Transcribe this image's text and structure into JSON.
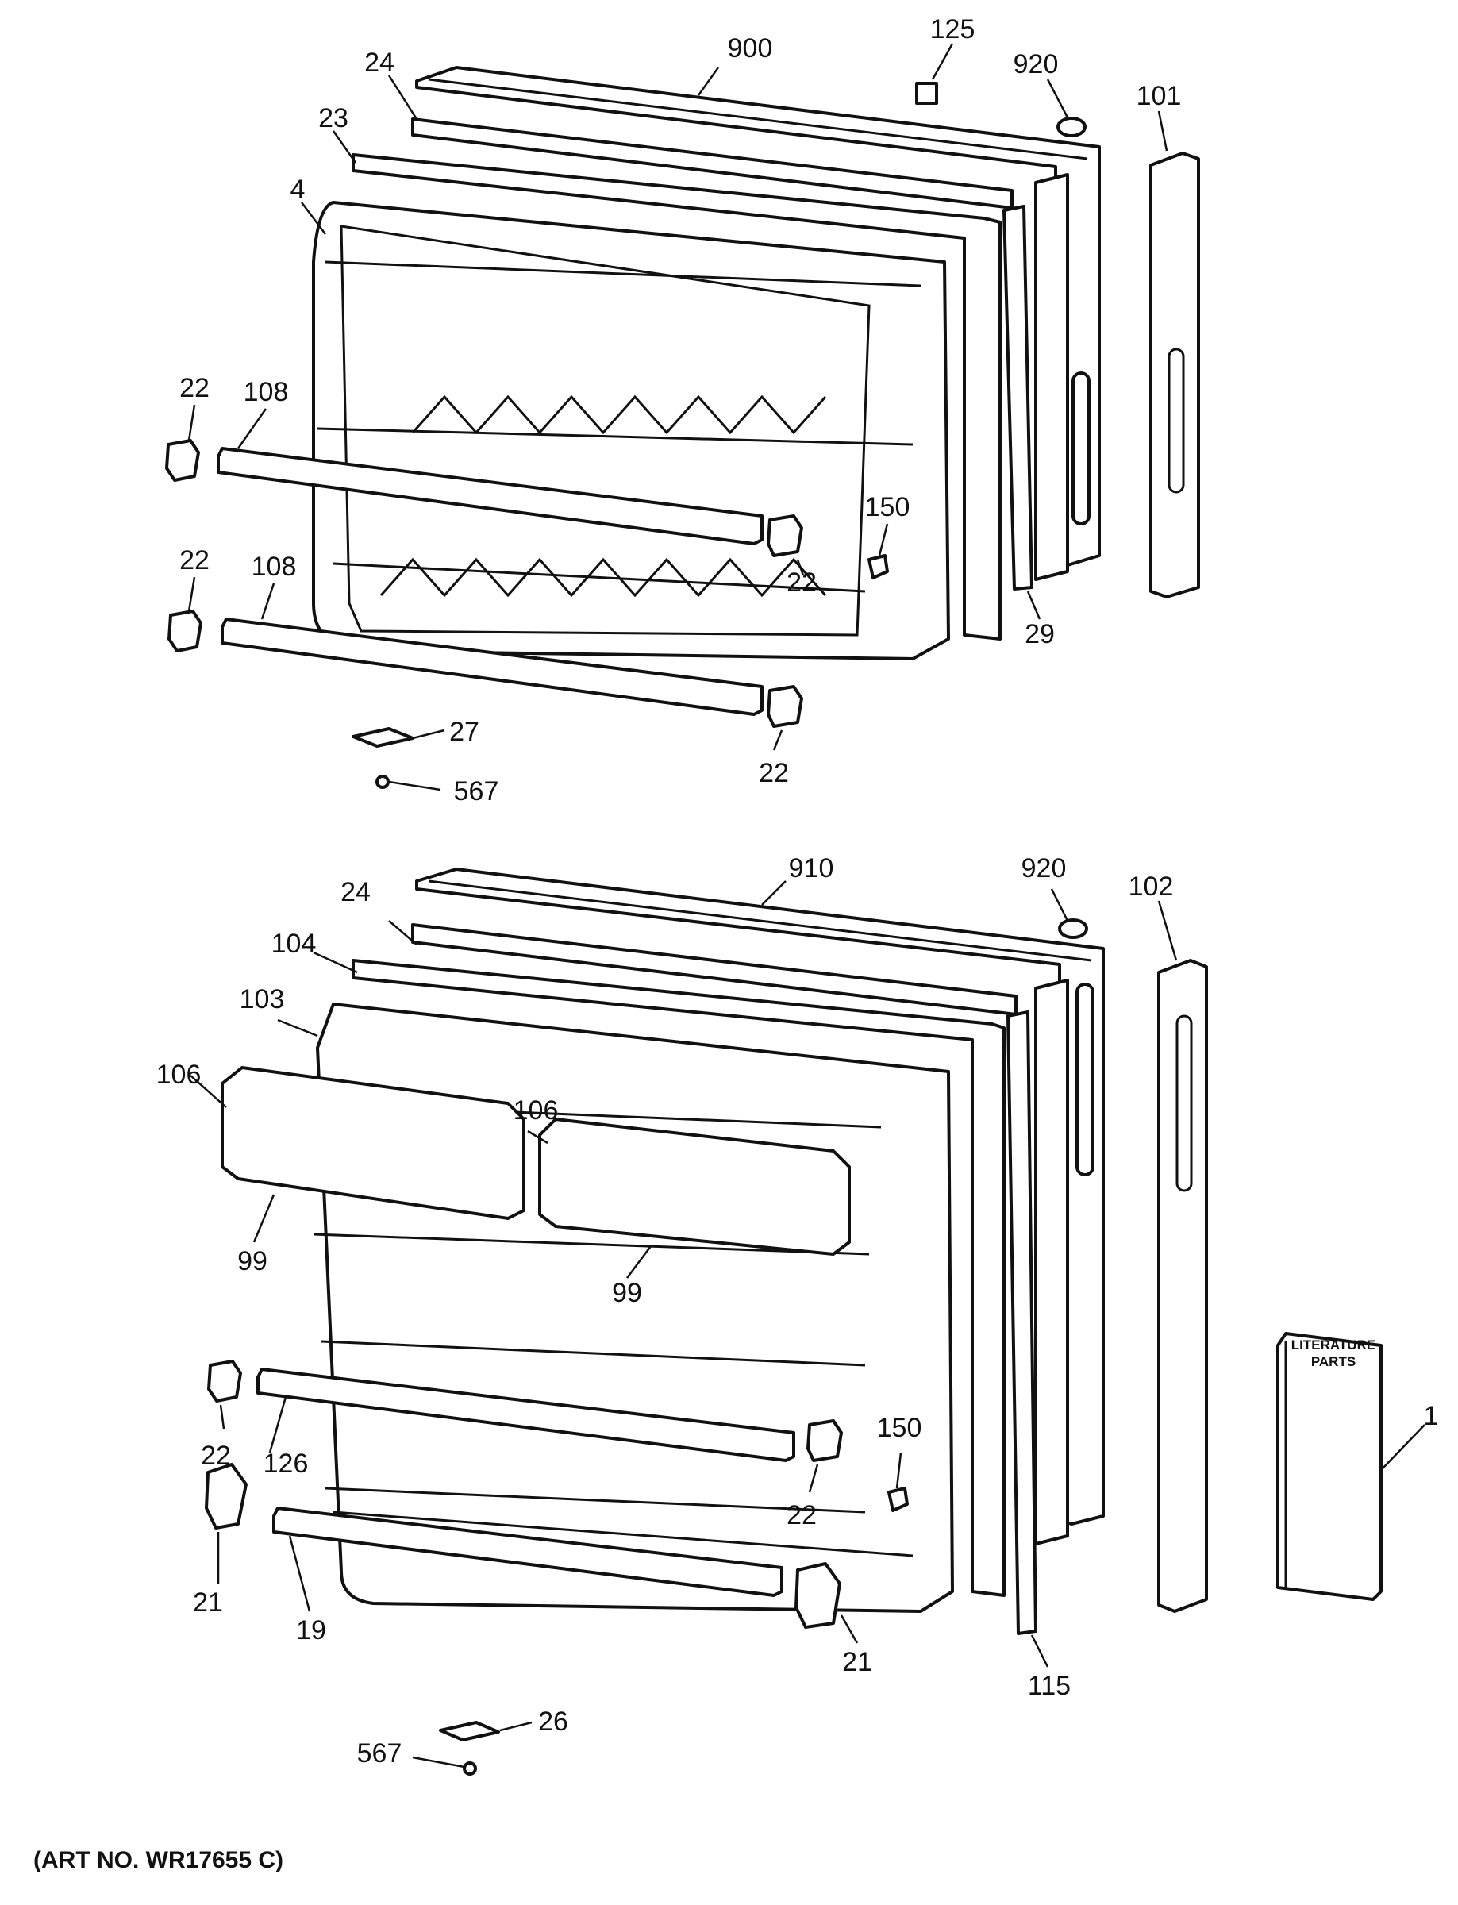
{
  "diagram": {
    "caption": "(ART NO. WR17655 C)",
    "literature_label": [
      "LITERATURE",
      "PARTS"
    ],
    "freezer_door_callouts": [
      "900",
      "125",
      "920",
      "101",
      "24",
      "23",
      "4",
      "22",
      "108",
      "150",
      "22",
      "29",
      "22",
      "108",
      "22",
      "27",
      "567"
    ],
    "fresh_food_door_callouts": [
      "910",
      "920",
      "102",
      "24",
      "104",
      "103",
      "106",
      "106",
      "99",
      "99",
      "22",
      "126",
      "150",
      "22",
      "21",
      "19",
      "21",
      "115",
      "1",
      "26",
      "567"
    ]
  }
}
